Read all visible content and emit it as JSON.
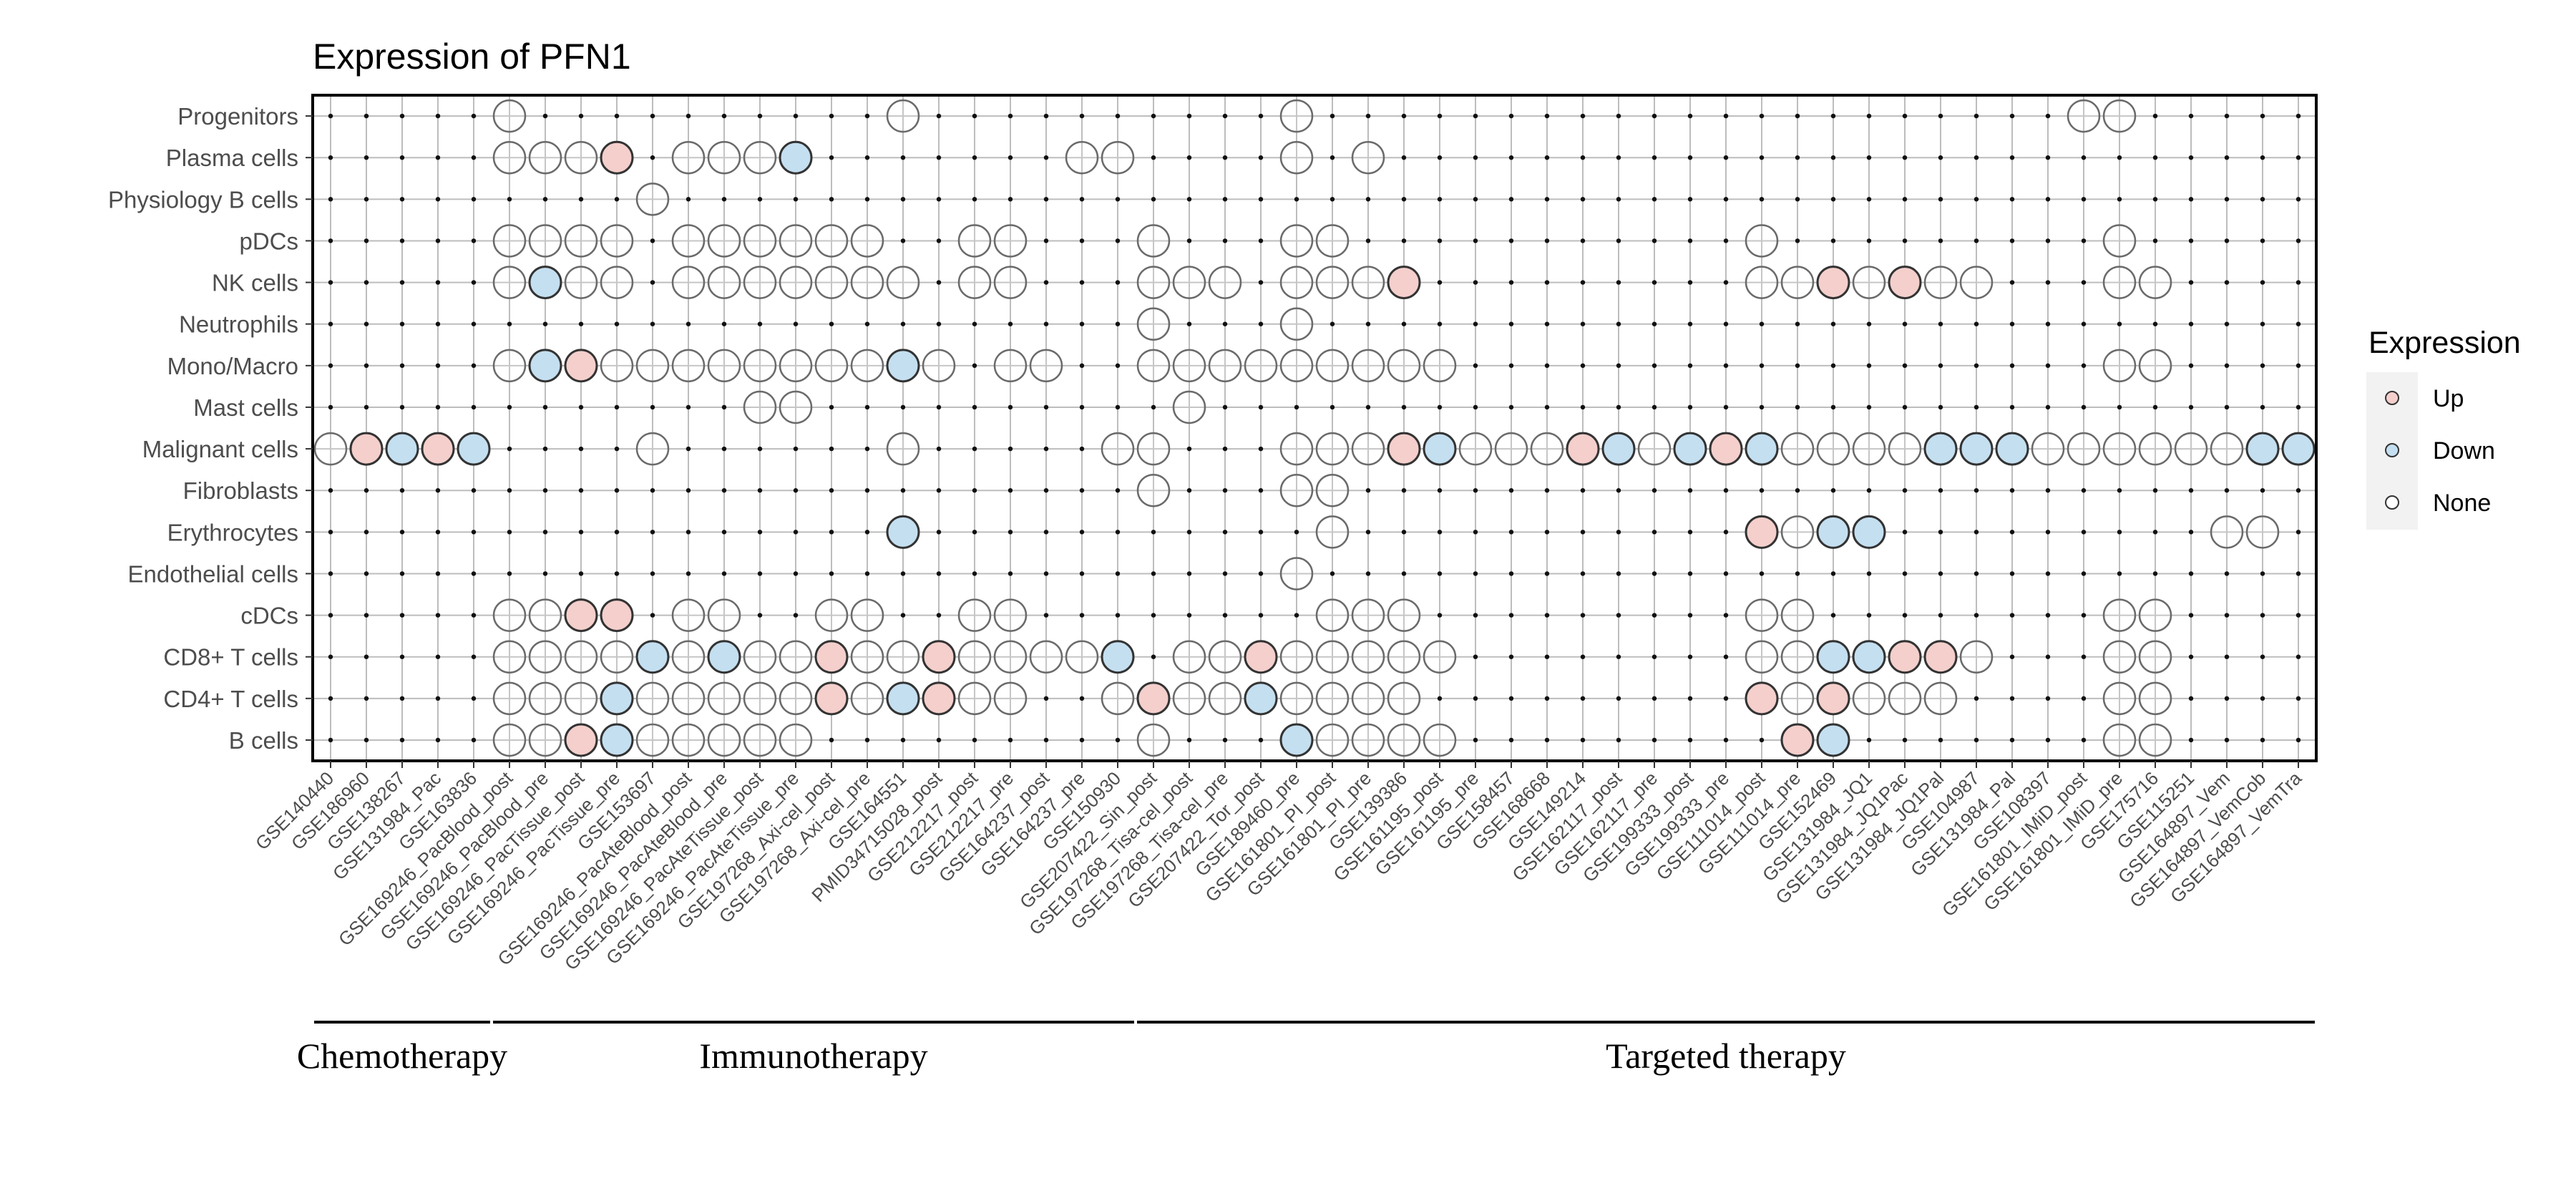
{
  "chart_data": {
    "type": "dot-matrix",
    "title": "Expression of PFN1",
    "legend": {
      "title": "Expression",
      "placement": "right",
      "entries": [
        {
          "key": "U",
          "label": "Up",
          "color": "#f4cfcc"
        },
        {
          "key": "D",
          "label": "Down",
          "color": "#c4dff0"
        },
        {
          "key": "N",
          "label": "None",
          "color": "#ffffff"
        }
      ]
    },
    "rows": [
      "Progenitors",
      "Plasma cells",
      "Physiology B cells",
      "pDCs",
      "NK cells",
      "Neutrophils",
      "Mono/Macro",
      "Mast cells",
      "Malignant cells",
      "Fibroblasts",
      "Erythrocytes",
      "Endothelial cells",
      "cDCs",
      "CD8+ T cells",
      "CD4+ T cells",
      "B cells"
    ],
    "columns": [
      "GSE140440",
      "GSE186960",
      "GSE138267",
      "GSE131984_Pac",
      "GSE163836",
      "GSE169246_PacBlood_post",
      "GSE169246_PacBlood_pre",
      "GSE169246_PacTissue_post",
      "GSE169246_PacTissue_pre",
      "GSE153697",
      "GSE169246_PacAteBlood_post",
      "GSE169246_PacAteBlood_pre",
      "GSE169246_PacAteTissue_post",
      "GSE169246_PacAteTissue_pre",
      "GSE197268_Axi-cel_post",
      "GSE197268_Axi-cel_pre",
      "GSE164551",
      "PMID34715028_post",
      "GSE212217_post",
      "GSE212217_pre",
      "GSE164237_post",
      "GSE164237_pre",
      "GSE150930",
      "GSE207422_Sin_post",
      "GSE197268_Tisa-cel_post",
      "GSE197268_Tisa-cel_pre",
      "GSE207422_Tor_post",
      "GSE189460_pre",
      "GSE161801_PI_post",
      "GSE161801_PI_pre",
      "GSE139386",
      "GSE161195_post",
      "GSE161195_pre",
      "GSE158457",
      "GSE168668",
      "GSE149214",
      "GSE162117_post",
      "GSE162117_pre",
      "GSE199333_post",
      "GSE199333_pre",
      "GSE111014_post",
      "GSE111014_pre",
      "GSE152469",
      "GSE131984_JQ1",
      "GSE131984_JQ1Pac",
      "GSE131984_JQ1Pal",
      "GSE104987",
      "GSE131984_Pal",
      "GSE108397",
      "GSE161801_IMiD_post",
      "GSE161801_IMiD_pre",
      "GSE175716",
      "GSE115251",
      "GSE164897_Vem",
      "GSE164897_VemCob",
      "GSE164897_VemTra"
    ],
    "matrix": [
      ".....N..........N..........N.....................NN.....",
      ".....NNNU.NNND.......NN....N.N...........................",
      ".........N..............................................",
      ".....NNNN.NNNNNN..NN...N...NN...........N.........N.....",
      ".....NDNN.NNNNNNN.NN...NNN.NNNU.........NNUNUNN...NN.....",
      ".......................N...N............................",
      ".....NDUNNNNNNNNDN.NN..NNNNNNNNN..................NN.....",
      "............NN..........N...............................",
      "NUDUD....N......N.....NN...NNNUDNNNUDNDUDNNNNDDDNNNNNNDD",
      ".......................N...NN...........................",
      "................D...........N...........UNDD.........NN.",
      "...........................N............................",
      ".....NNUU.NN..NN..NN........NNN.........NN........NN.....",
      ".....NNNNDNDNNUNNUNNNND.NNUNNNNN........NNDDUUN...NN.....",
      ".....NNNDNNNNNUNDUNN..NUNNDNNNN.........UNUNNN....NN.....",
      ".....NNUDNNNNN.........N...DNNNN.........UD.......NN....."
    ],
    "groups": [
      {
        "label": "Chemotherapy",
        "start": 0,
        "end": 4
      },
      {
        "label": "Immunotherapy",
        "start": 5,
        "end": 22
      },
      {
        "label": "Targeted therapy",
        "start": 23,
        "end": 55
      }
    ]
  }
}
